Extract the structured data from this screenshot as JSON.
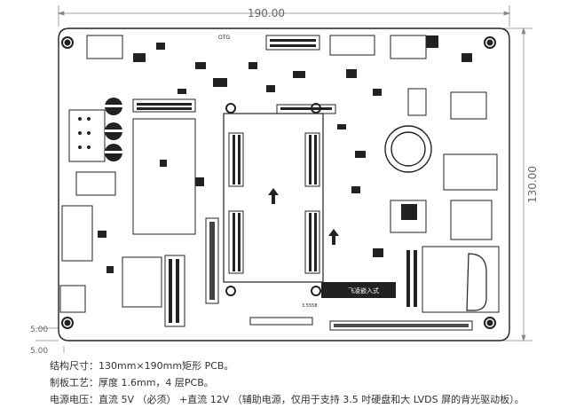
{
  "dimensions": {
    "width_label": "190.00",
    "height_label": "130.00",
    "hole_offset_x": "5.00",
    "hole_offset_y": "5.00"
  },
  "board": {
    "silk_otg": "OTG",
    "logo_text": "飞凌嵌入式",
    "ic_label": "3.5558"
  },
  "specs": [
    "结构尺寸：130mm×190mm矩形 PCB。",
    "制板工艺：厚度 1.6mm，4 层PCB。",
    "电源电压：直流 5V （必须） +直流 12V （辅助电源，仅用于支持 3.5 吋硬盘和大 LVDS 屏的背光驱动板）。"
  ],
  "colors": {
    "outline": "#222222",
    "dimension": "#777777",
    "background": "#ffffff"
  }
}
